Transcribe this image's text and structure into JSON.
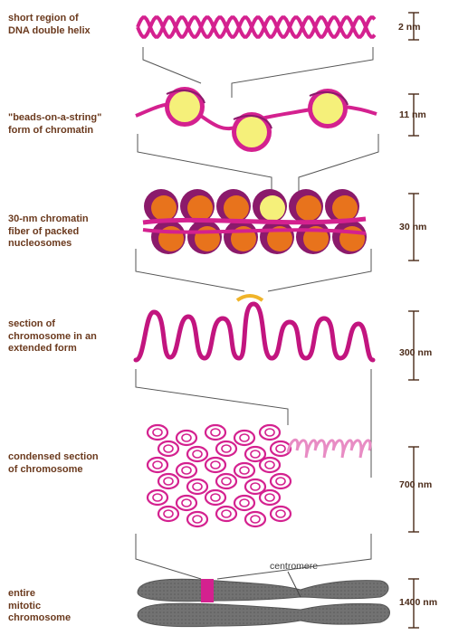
{
  "levels": [
    {
      "lines": [
        "short region of",
        "DNA double helix"
      ],
      "scale": "2 nm"
    },
    {
      "lines": [
        "\"beads-on-a-string\"",
        "form of chromatin"
      ],
      "scale": "11 nm"
    },
    {
      "lines": [
        "30-nm chromatin",
        "fiber of packed",
        "nucleosomes"
      ],
      "scale": "30 nm"
    },
    {
      "lines": [
        "section of",
        "chromosome in an",
        "extended form"
      ],
      "scale": "300 nm"
    },
    {
      "lines": [
        "condensed section",
        "of chromosome"
      ],
      "scale": "700 nm"
    },
    {
      "lines": [
        "entire",
        "mitotic",
        "chromosome"
      ],
      "scale": "1400 nm"
    }
  ],
  "annotations": {
    "centromere": "centromere"
  },
  "colors": {
    "dna": "#d4218f",
    "bead": "#f5f07a",
    "nucleosome_orange": "#e8731c",
    "nucleosome_purple": "#8b1a6b",
    "linker": "#f0b429",
    "chromosome": "#6f6f6f",
    "connector": "#555555",
    "label_text": "#6b3a1e"
  }
}
